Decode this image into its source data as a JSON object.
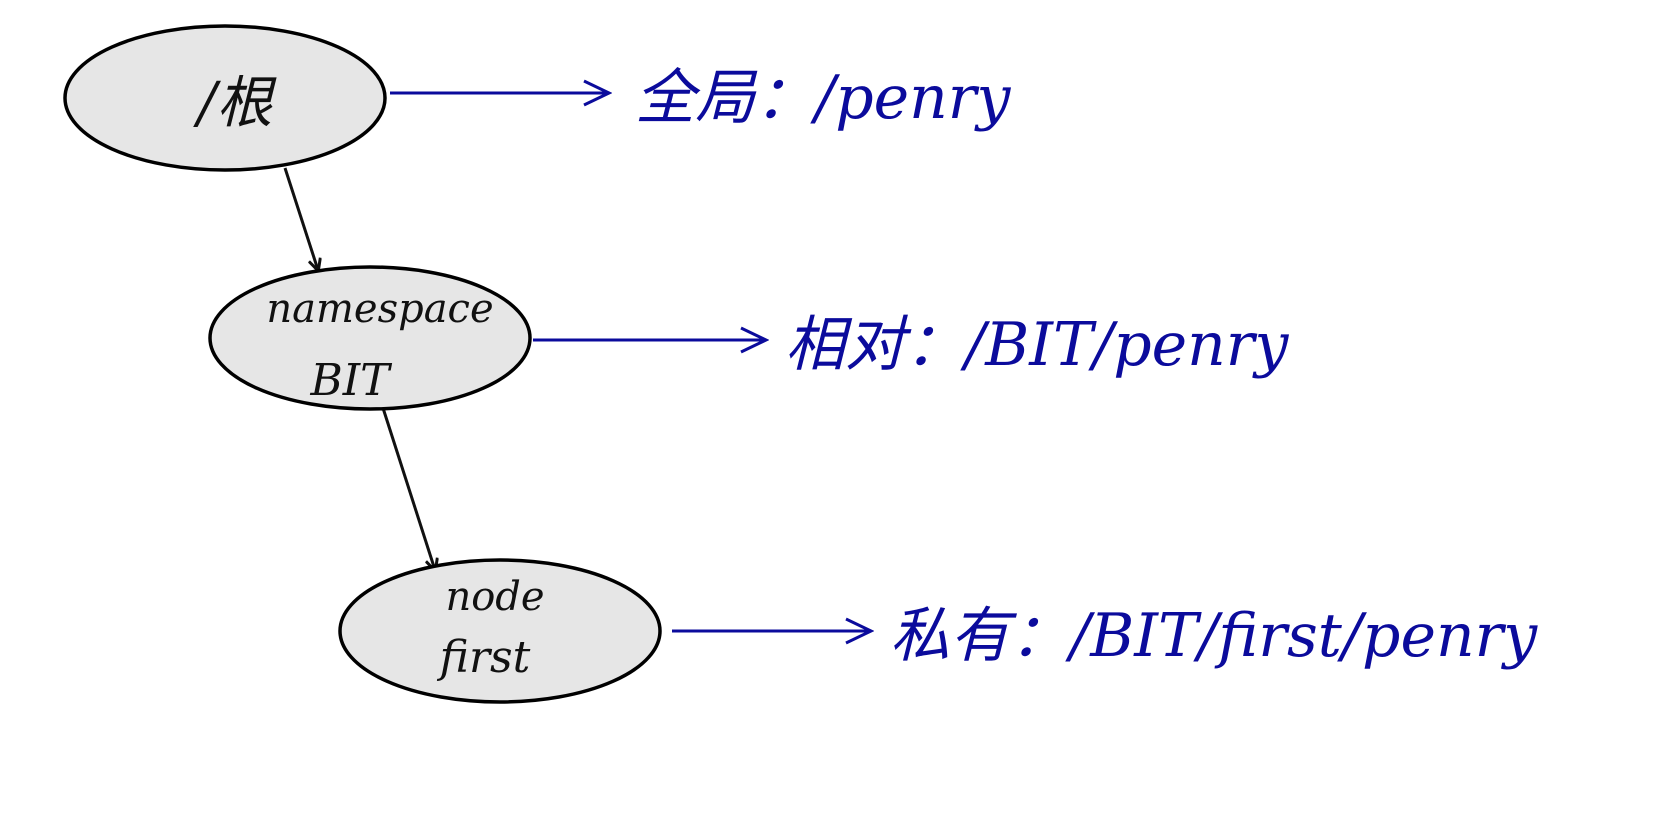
{
  "colors": {
    "node_fill": "#e6e6e6",
    "node_stroke": "#000000",
    "label": "#0b0b9c"
  },
  "nodes": [
    {
      "id": "root",
      "lines": [
        "/根"
      ]
    },
    {
      "id": "namespace",
      "lines": [
        "namespace",
        "BIT"
      ]
    },
    {
      "id": "private",
      "lines": [
        "node",
        "first"
      ]
    }
  ],
  "labels": [
    {
      "text": "全局：/penry"
    },
    {
      "text": "相对：/BIT/penry"
    },
    {
      "text": "私有：/BIT/first/penry"
    }
  ]
}
